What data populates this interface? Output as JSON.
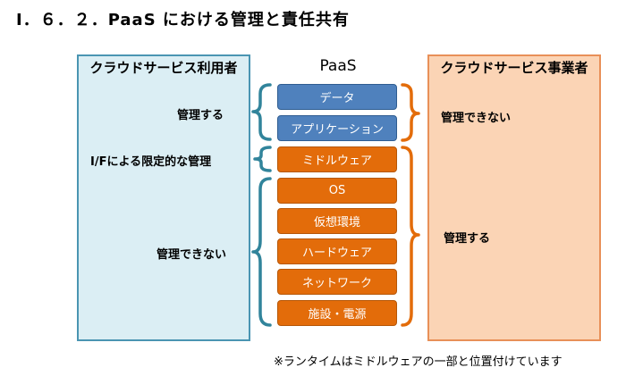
{
  "title": "Ⅰ．６．２．PaaS における管理と責任共有",
  "paas_header": "PaaS",
  "user_panel": {
    "title": "クラウドサービス利用者",
    "labels": {
      "manage": "管理する",
      "limited": "I/Fによる限定的な管理",
      "cannot": "管理できない"
    }
  },
  "provider_panel": {
    "title": "クラウドサービス事業者",
    "labels": {
      "cannot": "管理できない",
      "manage": "管理する"
    }
  },
  "layers": [
    {
      "label": "データ",
      "color": "blue"
    },
    {
      "label": "アプリケーション",
      "color": "blue"
    },
    {
      "label": "ミドルウェア",
      "color": "orange"
    },
    {
      "label": "OS",
      "color": "orange"
    },
    {
      "label": "仮想環境",
      "color": "orange"
    },
    {
      "label": "ハードウェア",
      "color": "orange"
    },
    {
      "label": "ネットワーク",
      "color": "orange"
    },
    {
      "label": "施設・電源",
      "color": "orange"
    }
  ],
  "colors": {
    "user_bracket": "#31849b",
    "provider_bracket": "#e36c0a",
    "layer_blue": "#4f81bd",
    "layer_orange": "#e36c0a"
  },
  "footnote": "※ランタイムはミドルウェアの一部と位置付けています"
}
